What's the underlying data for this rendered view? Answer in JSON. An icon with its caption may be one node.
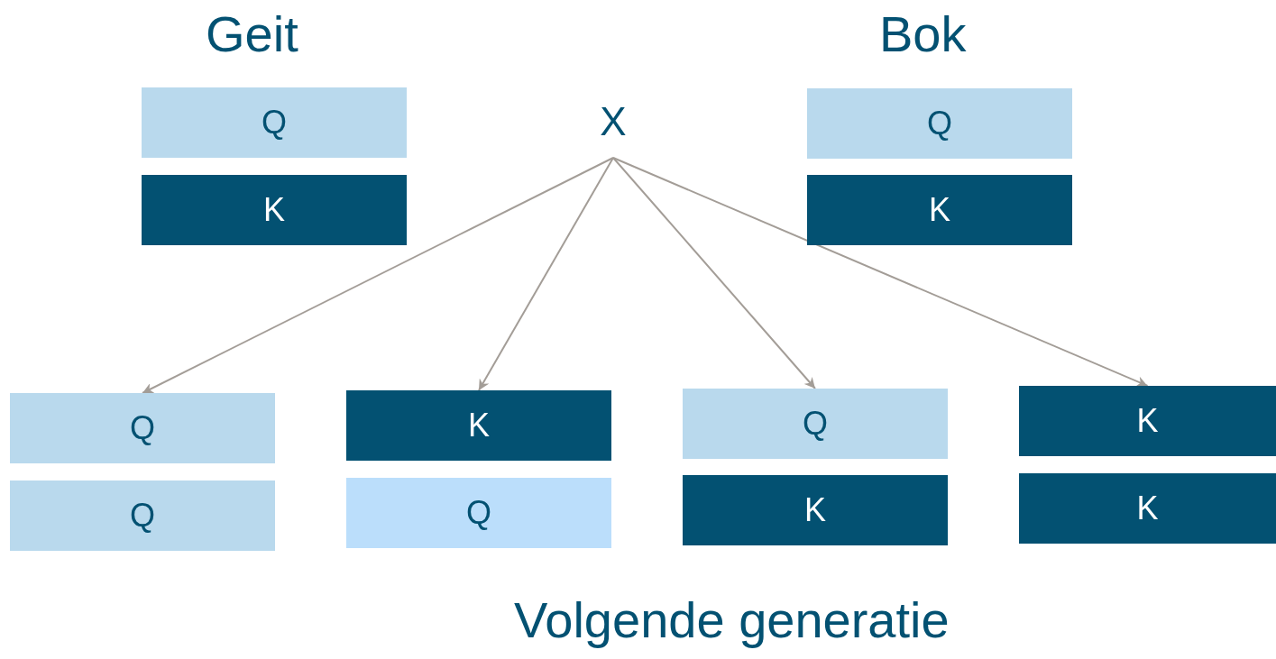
{
  "diagram": {
    "nodes": [
      {
        "text": [
          "Q"
        ]
      },
      {
        "text": [
          "X"
        ]
      },
      {
        "text": [
          "Q"
        ]
      },
      {
        "text": [
          "K"
        ]
      },
      {
        "text": [
          "K"
        ]
      },
      {
        "text": [
          "Q"
        ]
      },
      {
        "text": [
          "K"
        ]
      },
      {
        "text": [
          "Q"
        ]
      },
      {
        "text": [
          "K"
        ]
      },
      {
        "text": [
          "Q"
        ]
      },
      {
        "text": [
          "Q"
        ]
      },
      {
        "text": [
          "K"
        ]
      },
      {
        "text": [
          "K"
        ]
      }
    ],
    "edges": [
      {
        "from": 1,
        "to": 5,
        "arrow": "to"
      },
      {
        "from": 1,
        "to": 6,
        "arrow": "to"
      },
      {
        "from": 1,
        "to": 7,
        "arrow": "to"
      },
      {
        "from": 1,
        "to": 8,
        "arrow": "to"
      }
    ],
    "labels": [
      "Geit",
      "Bok",
      "Volgende generatie"
    ]
  }
}
